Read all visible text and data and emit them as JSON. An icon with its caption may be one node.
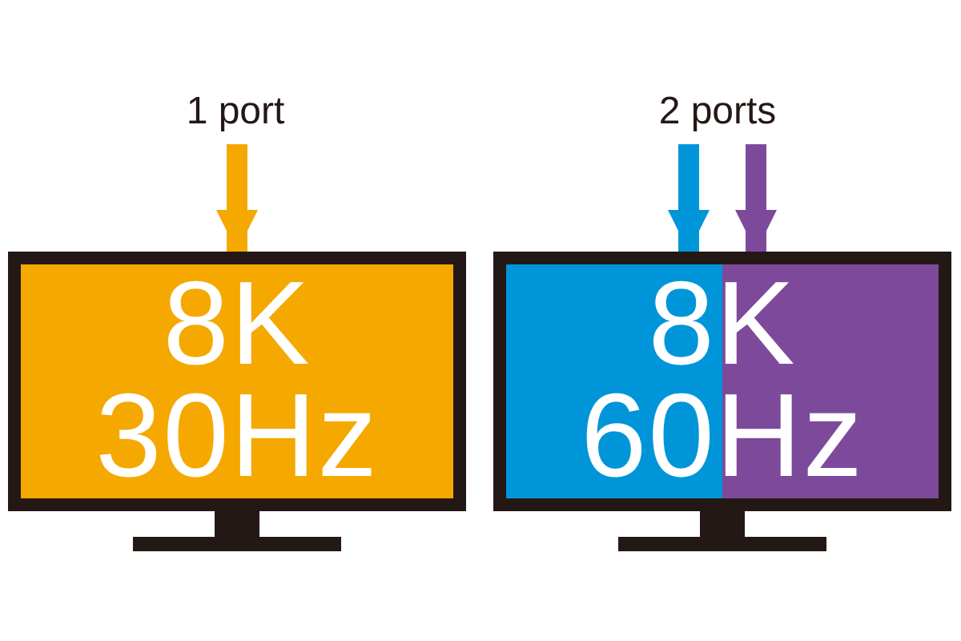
{
  "diagram": {
    "nodes": [
      {
        "text": [
          "1 port"
        ]
      },
      {
        "text": [
          "8K 30Hz"
        ]
      },
      {
        "text": [
          "2 ports"
        ]
      },
      {
        "text": [
          "8K 60Hz"
        ]
      }
    ],
    "edges": [
      {
        "from": 0,
        "to": 1,
        "arrow": "to",
        "color": "#f5a800"
      },
      {
        "from": 2,
        "to": 3,
        "arrow": "to",
        "color": "#0095d9"
      },
      {
        "from": 2,
        "to": 3,
        "arrow": "to",
        "color": "#7d4a9b"
      }
    ]
  }
}
